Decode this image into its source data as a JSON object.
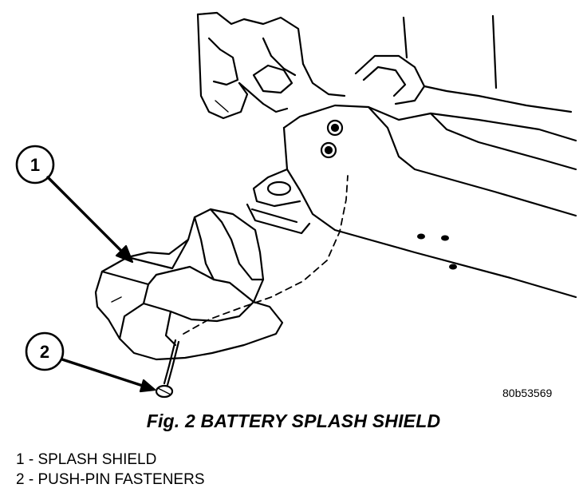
{
  "figure": {
    "caption": "Fig. 2 BATTERY SPLASH SHIELD",
    "figure_id": "80b53569"
  },
  "callouts": [
    {
      "number": "1"
    },
    {
      "number": "2"
    }
  ],
  "legend": [
    {
      "text": "1 - SPLASH SHIELD"
    },
    {
      "text": "2 - PUSH-PIN FASTENERS"
    }
  ]
}
